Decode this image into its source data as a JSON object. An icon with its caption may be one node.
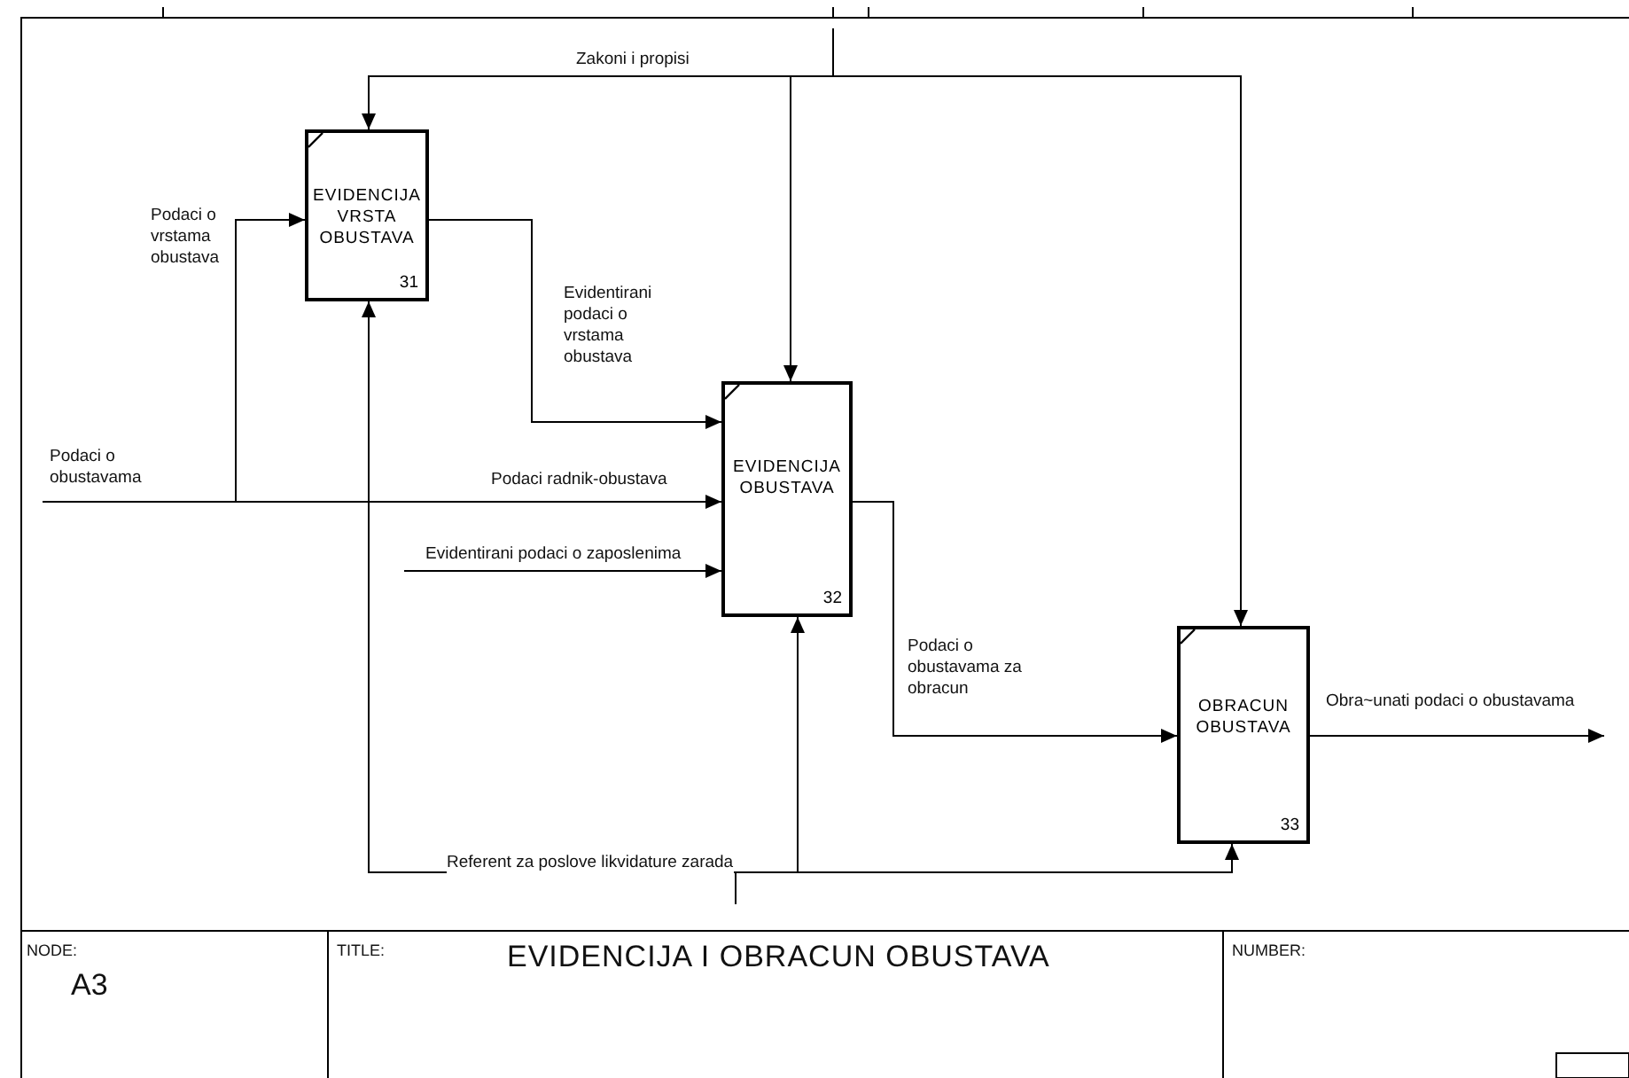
{
  "diagram": {
    "title": "EVIDENCIJA I OBRACUN OBUSTAVA",
    "nodes": [
      {
        "text": [
          "EVIDENCIJA VRSTA OBUSTAVA",
          "31"
        ]
      },
      {
        "text": [
          "EVIDENCIJA OBUSTAVA",
          "32"
        ]
      },
      {
        "text": [
          "OBRACUN OBUSTAVA",
          "33"
        ]
      }
    ],
    "edges": [
      {
        "from": null,
        "to": 0,
        "arrow": "to",
        "label": "Zakoni i propisi"
      },
      {
        "from": null,
        "to": 1,
        "arrow": "to"
      },
      {
        "from": null,
        "to": 2,
        "arrow": "to"
      },
      {
        "from": null,
        "to": 0,
        "arrow": "to",
        "label": "Podaci o vrstama obustava"
      },
      {
        "from": null,
        "to": 1,
        "arrow": "to",
        "label": "Podaci radnik-obustava"
      },
      {
        "from": 0,
        "to": 1,
        "arrow": "to",
        "label": "Evidentirani podaci o vrstama obustava"
      },
      {
        "from": null,
        "to": 1,
        "arrow": "to",
        "label": "Evidentirani podaci o zaposlenima"
      },
      {
        "from": 1,
        "to": 2,
        "arrow": "to",
        "label": "Podaci o obustavama za obracun"
      },
      {
        "from": 2,
        "to": null,
        "arrow": "to",
        "label": "Obra~unati podaci o obustavama"
      },
      {
        "from": null,
        "to": 0,
        "arrow": "to",
        "label": "Referent za poslove likvidature zarada"
      },
      {
        "from": null,
        "to": 1,
        "arrow": "to"
      },
      {
        "from": null,
        "to": 2,
        "arrow": "to"
      }
    ],
    "labels": [
      "Podaci o obustavama",
      "NODE:",
      "A3",
      "TITLE:",
      "NUMBER:"
    ]
  }
}
